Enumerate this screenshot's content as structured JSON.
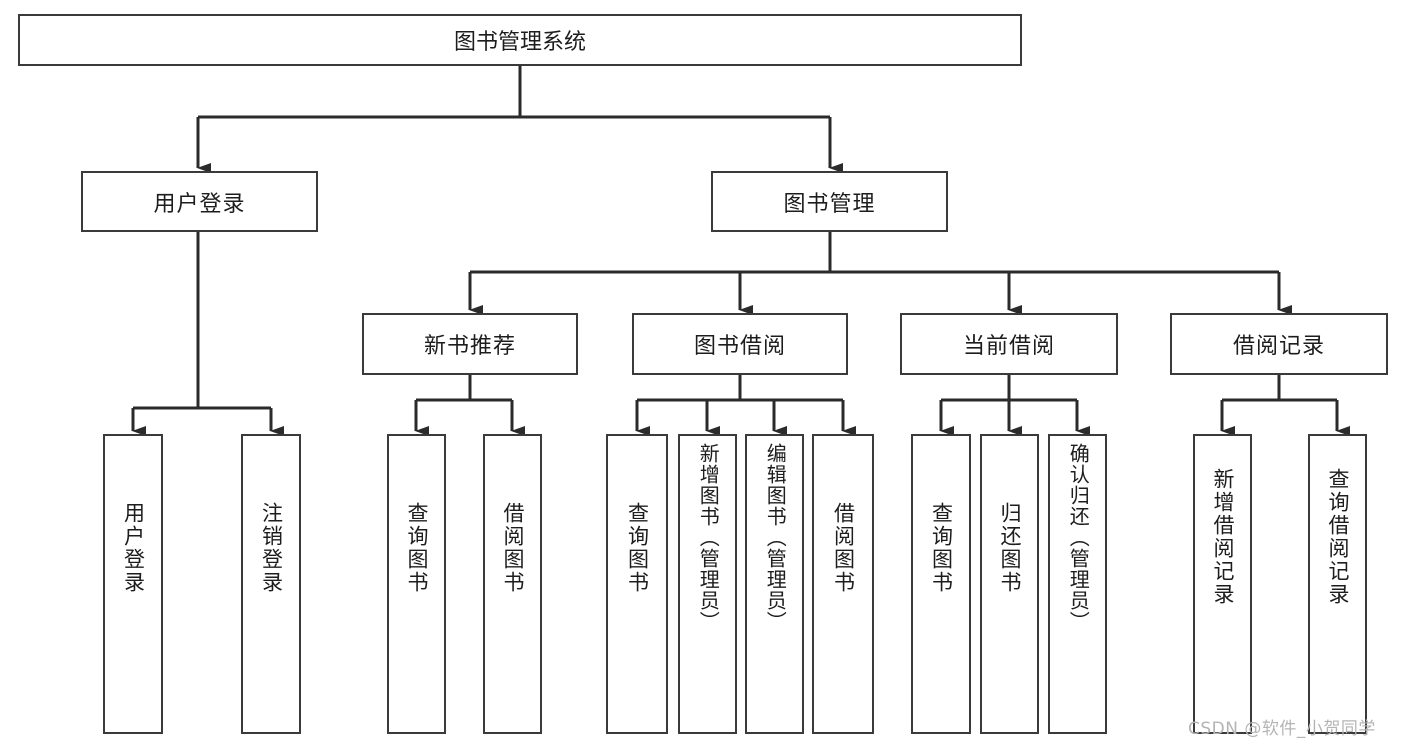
{
  "diagram": {
    "type": "tree",
    "title": "图书管理系统",
    "watermark": "CSDN @软件_小贺同学",
    "colors": {
      "box_border": "#3a3a3a",
      "box_fill": "#ffffff",
      "edge": "#2b2b2b",
      "text": "#1d1d1d",
      "watermark": "#b4b4b4"
    },
    "nodes": {
      "root": {
        "label": "图书管理系统"
      },
      "level2": [
        {
          "id": "user-login",
          "label": "用户登录"
        },
        {
          "id": "book-manage",
          "label": "图书管理"
        }
      ],
      "level3": [
        {
          "id": "new-book-recommend",
          "label": "新书推荐"
        },
        {
          "id": "book-borrow",
          "label": "图书借阅"
        },
        {
          "id": "current-borrow",
          "label": "当前借阅"
        },
        {
          "id": "borrow-record",
          "label": "借阅记录"
        }
      ],
      "leaves": [
        {
          "id": "leaf-user-login",
          "parent": "user-login",
          "label": "用户登录"
        },
        {
          "id": "leaf-logout",
          "parent": "user-login",
          "label": "注销登录"
        },
        {
          "id": "leaf-query-book-1",
          "parent": "new-book-recommend",
          "label": "查询图书"
        },
        {
          "id": "leaf-borrow-book-1",
          "parent": "new-book-recommend",
          "label": "借阅图书"
        },
        {
          "id": "leaf-query-book-2",
          "parent": "book-borrow",
          "label": "查询图书"
        },
        {
          "id": "leaf-add-book",
          "parent": "book-borrow",
          "label": "新增图书（管理员）"
        },
        {
          "id": "leaf-edit-book",
          "parent": "book-borrow",
          "label": "编辑图书（管理员）"
        },
        {
          "id": "leaf-borrow-book-2",
          "parent": "book-borrow",
          "label": "借阅图书"
        },
        {
          "id": "leaf-query-book-3",
          "parent": "current-borrow",
          "label": "查询图书"
        },
        {
          "id": "leaf-return-book",
          "parent": "current-borrow",
          "label": "归还图书"
        },
        {
          "id": "leaf-confirm-return",
          "parent": "current-borrow",
          "label": "确认归还（管理员）"
        },
        {
          "id": "leaf-add-record",
          "parent": "borrow-record",
          "label": "新增借阅记录"
        },
        {
          "id": "leaf-query-record",
          "parent": "borrow-record",
          "label": "查询借阅记录"
        }
      ]
    }
  }
}
